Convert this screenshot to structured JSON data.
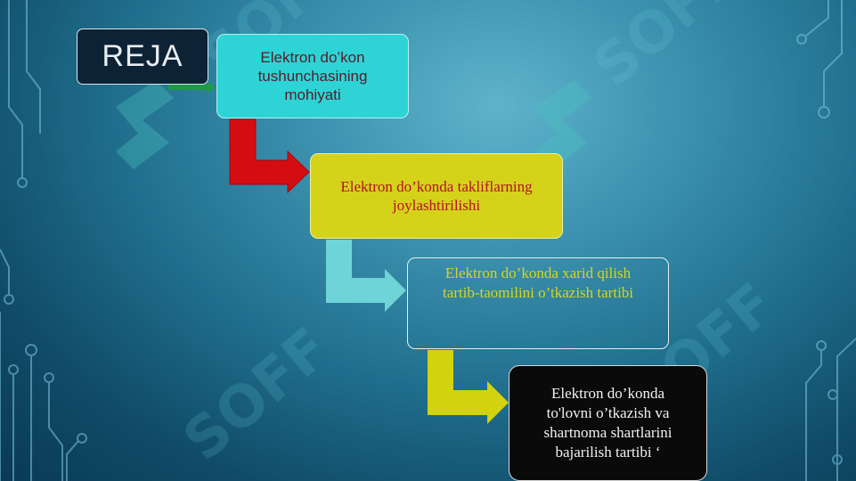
{
  "title_box": {
    "label": "REJA"
  },
  "steps": [
    {
      "label": "Elektron do’kon\ntushunchasining\nmohiyati"
    },
    {
      "label": "Elektron do’konda takliflarning\njoylashtirilishi"
    },
    {
      "label": "Elektron do’konda xarid qilish\ntartib-taomilini o’tkazish tartibi"
    },
    {
      "label": "Elektron do’konda\nto'lovni o’tkazish va\nshartnoma shartlarini\nbajarilish tartibi ‘"
    }
  ],
  "watermark": {
    "text": "SOFF"
  },
  "colors": {
    "step1": "#2ed3d6",
    "step2": "#d5d21a",
    "step4": "#0a0a0a",
    "arrow_green": "#1f9a4a",
    "arrow_red": "#d40d12",
    "arrow_cyan": "#6ed4d8",
    "arrow_yellow": "#d2d20e"
  }
}
